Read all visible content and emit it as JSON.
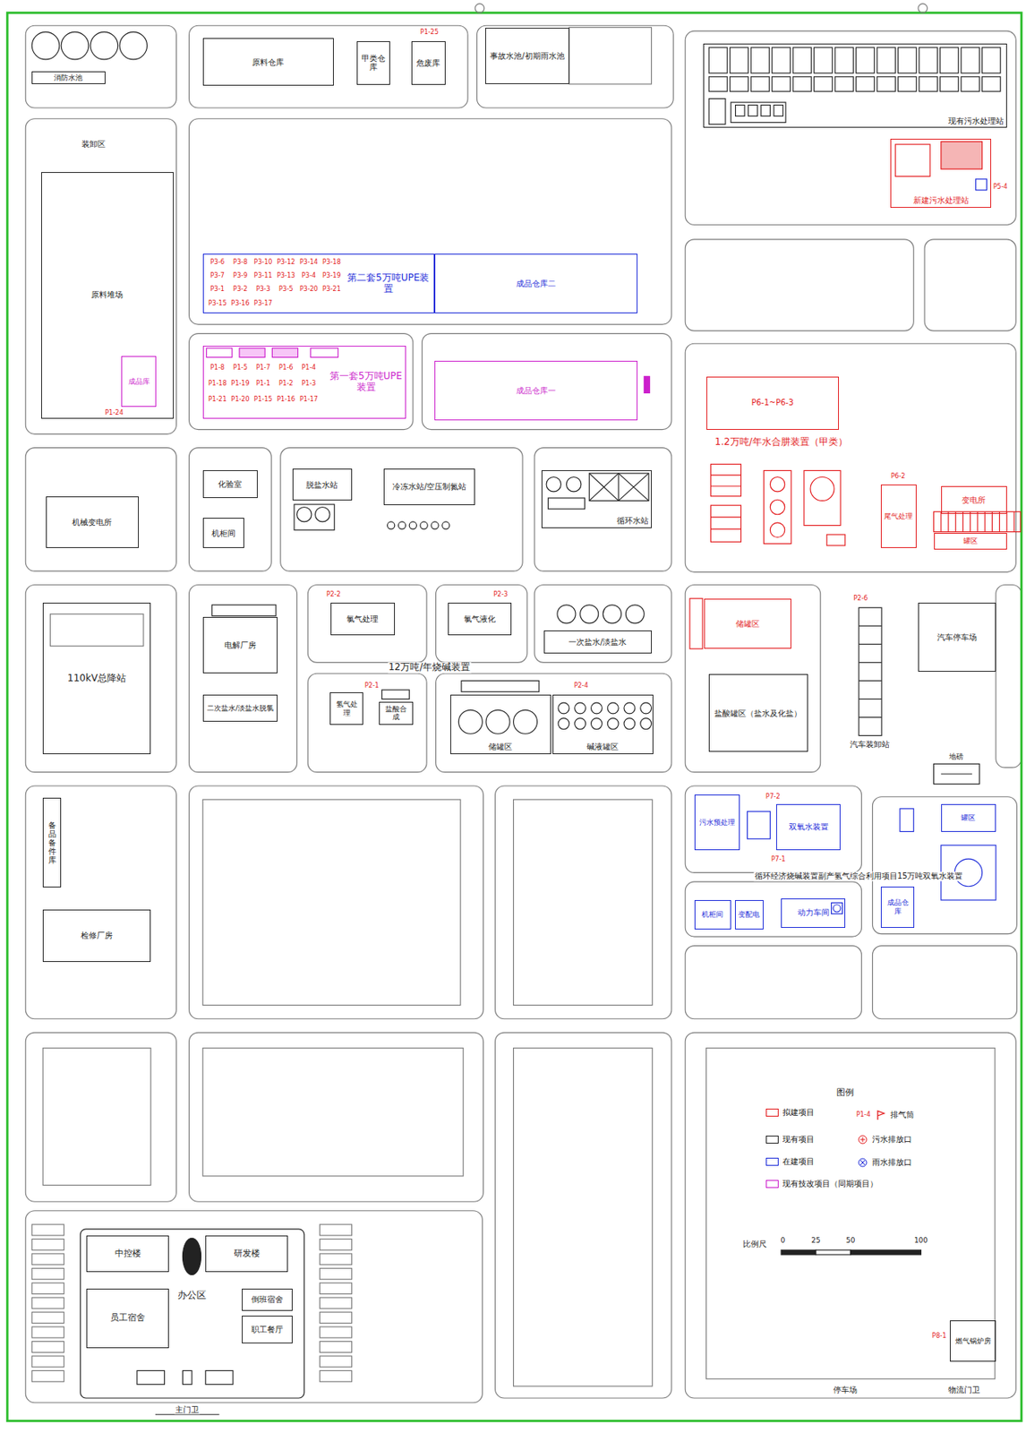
{
  "diagram": {
    "nodes": [
      {
        "text": [
          "消防水池"
        ]
      },
      {
        "text": [
          "原料仓库"
        ]
      },
      {
        "text": [
          "甲类仓库"
        ]
      },
      {
        "text": [
          "危废库"
        ]
      },
      {
        "text": [
          "事故水池/初期雨水池"
        ]
      },
      {
        "text": [
          "现有污水处理站"
        ]
      },
      {
        "text": [
          "新建污水处理站"
        ]
      },
      {
        "text": [
          "原料堆场"
        ]
      },
      {
        "text": [
          "成品库"
        ],
        "in": 7
      },
      {
        "text": [
          "第二套5万吨UPE装置"
        ]
      },
      {
        "text": [
          "成品仓库二"
        ]
      },
      {
        "text": [
          "第一套5万吨UPE装置"
        ]
      },
      {
        "text": [
          "成品仓库一"
        ]
      },
      {
        "text": [
          "机械变电所"
        ]
      },
      {
        "text": [
          "化验室"
        ]
      },
      {
        "text": [
          "机柜间"
        ]
      },
      {
        "text": [
          "脱盐水站"
        ]
      },
      {
        "text": [
          "冷冻水站/空压制氮站"
        ]
      },
      {
        "text": [
          "循环水站"
        ]
      },
      {
        "text": [
          "110kV总降站"
        ]
      },
      {
        "text": [
          "电解厂房"
        ]
      },
      {
        "text": [
          "二次盐水/淡盐水脱氯"
        ]
      },
      {
        "text": [
          "氯气处理"
        ]
      },
      {
        "text": [
          "氯气液化"
        ]
      },
      {
        "text": [
          "一次盐水/淡盐水"
        ]
      },
      {
        "text": [
          "氢气处理"
        ]
      },
      {
        "text": [
          "盐酸合成"
        ]
      },
      {
        "text": [
          "储罐区"
        ]
      },
      {
        "text": [
          "碱液罐区"
        ]
      },
      {
        "text": [
          "P6-1~P6-3"
        ]
      },
      {
        "text": [
          "尾气处理"
        ]
      },
      {
        "text": [
          "变电所"
        ]
      },
      {
        "text": [
          "罐区"
        ]
      },
      {
        "text": [
          "储罐区"
        ]
      },
      {
        "text": [
          "盐酸罐区（盐水及化盐）"
        ]
      },
      {
        "text": [
          "汽车停车场"
        ]
      },
      {
        "text": [
          "污水预处理"
        ]
      },
      {
        "text": [
          "双氧水装置"
        ]
      },
      {
        "text": [
          "罐区"
        ]
      },
      {
        "text": [
          "机柜间"
        ]
      },
      {
        "text": [
          "变配电"
        ]
      },
      {
        "text": [
          "动力车间"
        ]
      },
      {
        "text": [
          "成品仓库"
        ]
      },
      {
        "text": [
          "备品备件库"
        ]
      },
      {
        "text": [
          "检修厂房"
        ]
      },
      {
        "text": [
          "中控楼"
        ]
      },
      {
        "text": [
          "研发楼"
        ]
      },
      {
        "text": [
          "员工宿舍"
        ]
      },
      {
        "text": [
          "倒班宿舍"
        ]
      },
      {
        "text": [
          "职工餐厅"
        ]
      },
      {
        "text": [
          "燃气锅炉房"
        ]
      }
    ],
    "labels": [
      "P1-25",
      "装卸区",
      "P1-24",
      "P5-4",
      "P3-6",
      "P3-8",
      "P3-10",
      "P3-12",
      "P3-14",
      "P3-18",
      "P3-7",
      "P3-9",
      "P3-11",
      "P3-13",
      "P3-4",
      "P3-19",
      "P3-1",
      "P3-2",
      "P3-3",
      "P3-5",
      "P3-20",
      "P3-21",
      "P3-15",
      "P3-16",
      "P3-17",
      "P1-8",
      "P1-5",
      "P1-7",
      "P1-6",
      "P1-4",
      "P1-18",
      "P1-19",
      "P1-1",
      "P1-2",
      "P1-3",
      "P1-21",
      "P1-20",
      "P1-15",
      "P1-16",
      "P1-17",
      "P2-2",
      "P2-3",
      "P2-1",
      "P2-4",
      "12万吨/年烧碱装置",
      "1.2万吨/年水合肼装置（甲类）",
      "P6-2",
      "P2-6",
      "汽车装卸站",
      "地磅",
      "P7-2",
      "P7-1",
      "循环经济烧碱装置副产氢气综合利用项目15万吨双氧水装置",
      "办公区",
      "主门卫",
      "停车场",
      "物流门卫",
      "P8-1",
      "图例",
      "P1-4",
      "比例尺",
      "0",
      "25",
      "50",
      "100"
    ],
    "legend": [
      {
        "text": "拟建项目",
        "color": "#e31a1c"
      },
      {
        "text": "现有项目",
        "color": "#222222"
      },
      {
        "text": "在建项目",
        "color": "#1c2bd9"
      },
      {
        "text": "现有技改项目（同期项目）",
        "color": "#cc1fcc"
      },
      {
        "text": "排气筒"
      },
      {
        "text": "污水排放口"
      },
      {
        "text": "雨水排放口"
      }
    ]
  }
}
